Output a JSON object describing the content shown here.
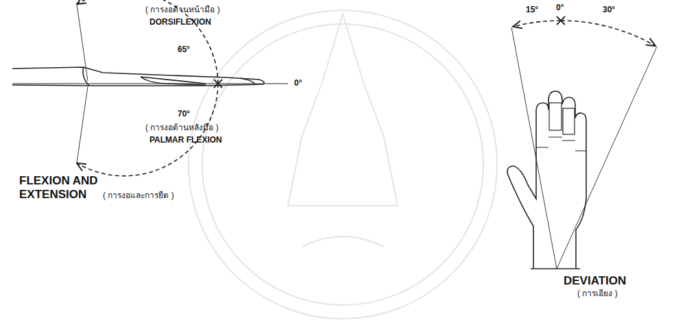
{
  "diagram": {
    "labels": [
      "( การงอด้านหน้ามือ )",
      "DORSIFLEXION",
      "65°",
      "0°",
      "70°",
      "( การงอด้านหลังมือ )",
      "PALMAR FLEXION",
      "FLEXION AND EXTENSION",
      "( การงอและการยืด )",
      "15°",
      "0°",
      "30°",
      "DEVIATION",
      "( การเอียง )"
    ]
  }
}
